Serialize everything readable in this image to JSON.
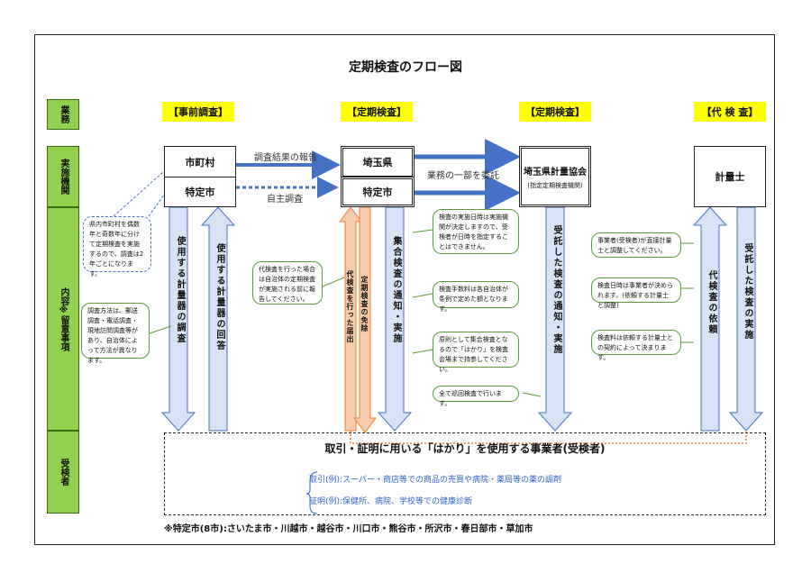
{
  "title": "定期検査のフロー図",
  "side_labels": {
    "gyomu": "業務",
    "jisshi": "実施機関",
    "naiyou": "内容※留意事項",
    "jukensha": "受検者"
  },
  "columns": {
    "jizen": "【事前調査】",
    "teiki1": "【定期検査】",
    "teiki2": "【定期検査】",
    "dai": "【代 検 査】"
  },
  "boxes": {
    "shichoson": "市町村",
    "tokuteishi1": "特定市",
    "saitama": "埼玉県",
    "tokuteishi2": "特定市",
    "kyokai": "埼玉県計量協会",
    "kyokai_sub": "(指定定期検査機関)",
    "keiryoshi": "計量士"
  },
  "arrow_labels": {
    "chousa_houkoku": "調査結果の報告",
    "jishu_chousa": "自主調査",
    "itaku": "業務の一部を委託"
  },
  "vertical_labels": {
    "chousa": "使用する計量器の調査",
    "kaitou": "使用する計量器の回答",
    "daikensa_houkoku": "代検査を行った届出",
    "menjo": "定期検査の免除",
    "shugo": "集合検査の通知・実施",
    "jutaku1": "受託した検査の通知・実施",
    "irai": "代検査の依頼",
    "jutaku2": "受託した検査の実施"
  },
  "notes": {
    "n1": "県内市町村を偶数年と奇数年に分けて定期検査を実施するので、調査は2年ごとになります。",
    "n2": "調査方法は、郵送調査・電話調査・現地訪問調査等があり、自治体によって方法が異なります。",
    "n3": "代検査を行った場合は自治体の定期検査が実施される前に報告してください。",
    "n4": "検査の実施日時は実施機関が決定しますので、受検者が日時を指定することはできません。",
    "n5": "検査手数料は各自治体が条例で定めた額となります。",
    "n6": "原則として集合検査となるので「はかり」を検査会場まで持参してください。",
    "n7": "全て巡回検査で行います。",
    "n8": "事業者(受検者)が直接計量士と調整してください。",
    "n9": "検査日時は事業者が決められます。(依頼する計量士と調整)",
    "n10": "検査料は依頼する計量士との契約によって決まります。"
  },
  "bottom": {
    "title": "取引・証明に用いる「はかり」を使用する事業者(受検者)",
    "line1": "取引(例):スーパー・商店等での商品の売買や病院・薬局等の薬の調剤",
    "line2": "証明(例):保健所、病院、学校等での健康診断"
  },
  "footnote": "※特定市(8市):さいたま市・川越市・越谷市・川口市・熊谷市・所沢市・春日部市・草加市",
  "colors": {
    "green": "#92d050",
    "yellow": "#ffff00",
    "blue_arrow": "#4472c4",
    "light_blue": "#d6e3f5",
    "orange": "#f4b183"
  }
}
